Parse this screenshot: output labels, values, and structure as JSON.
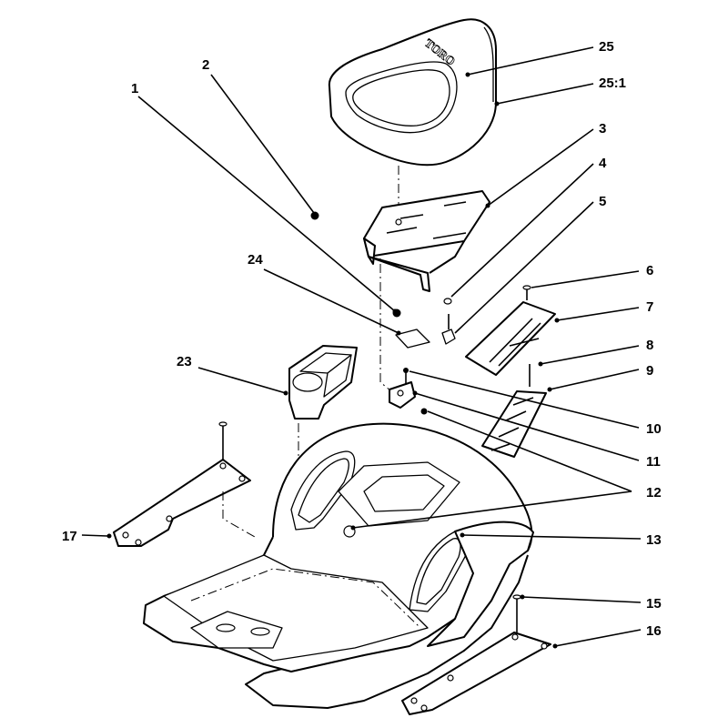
{
  "diagram": {
    "brand_mark": "TORO",
    "callouts": {
      "c1": "1",
      "c2": "2",
      "c3": "3",
      "c4": "4",
      "c5": "5",
      "c6": "6",
      "c7": "7",
      "c8": "8",
      "c9": "9",
      "c10": "10",
      "c11": "11",
      "c12": "12",
      "c13": "13",
      "c15": "15",
      "c16": "16",
      "c17": "17",
      "c23": "23",
      "c24": "24",
      "c25": "25",
      "c25_1": "25:1"
    }
  }
}
